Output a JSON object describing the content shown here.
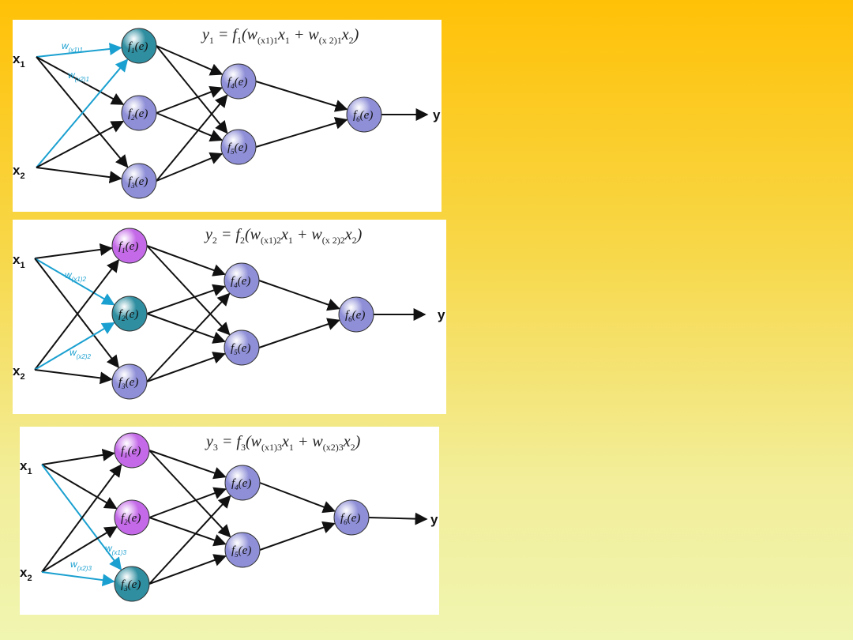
{
  "colors": {
    "active_node": "#2f8ea0",
    "excited_node": "#c46ae8",
    "default_node": "#8f8fd8",
    "highlight_edge": "#1aa0d0",
    "edge": "#111111"
  },
  "panels": [
    {
      "formula": {
        "lhs": "y",
        "lhs_sub": "1",
        "fn": "f",
        "fn_sub": "1",
        "w1": "w",
        "w1_sub": "(x1)1",
        "x1": "x",
        "x1_sub": "1",
        "plus": "+",
        "w2": "w",
        "w2_sub": "(x 2)1",
        "x2": "x",
        "x2_sub": "2"
      },
      "inputs": [
        {
          "base": "x",
          "sub": "1"
        },
        {
          "base": "x",
          "sub": "2"
        }
      ],
      "output": "y",
      "weights": [
        {
          "base": "w",
          "sub": "(x1)1"
        },
        {
          "base": "w",
          "sub": "(x2)1"
        }
      ],
      "active_node": 1
    },
    {
      "formula": {
        "lhs": "y",
        "lhs_sub": "2",
        "fn": "f",
        "fn_sub": "2",
        "w1": "w",
        "w1_sub": "(x1)2",
        "x1": "x",
        "x1_sub": "1",
        "plus": "+",
        "w2": "w",
        "w2_sub": "(x 2)2",
        "x2": "x",
        "x2_sub": "2"
      },
      "inputs": [
        {
          "base": "x",
          "sub": "1"
        },
        {
          "base": "x",
          "sub": "2"
        }
      ],
      "output": "y",
      "weights": [
        {
          "base": "w",
          "sub": "(x1)2"
        },
        {
          "base": "w",
          "sub": "(x2)2"
        }
      ],
      "active_node": 2
    },
    {
      "formula": {
        "lhs": "y",
        "lhs_sub": "3",
        "fn": "f",
        "fn_sub": "3",
        "w1": "w",
        "w1_sub": "(x1)3",
        "x1": "x",
        "x1_sub": "1",
        "plus": "+",
        "w2": "w",
        "w2_sub": "(x2)3",
        "x2": "x",
        "x2_sub": "2"
      },
      "inputs": [
        {
          "base": "x",
          "sub": "1"
        },
        {
          "base": "x",
          "sub": "2"
        }
      ],
      "output": "y",
      "weights": [
        {
          "base": "w",
          "sub": "(x1)3"
        },
        {
          "base": "w",
          "sub": "(x2)3"
        }
      ],
      "active_node": 3
    }
  ],
  "node_label": {
    "fn": "f",
    "arg": "(e)",
    "subs": [
      "1",
      "2",
      "3",
      "4",
      "5",
      "6"
    ]
  }
}
